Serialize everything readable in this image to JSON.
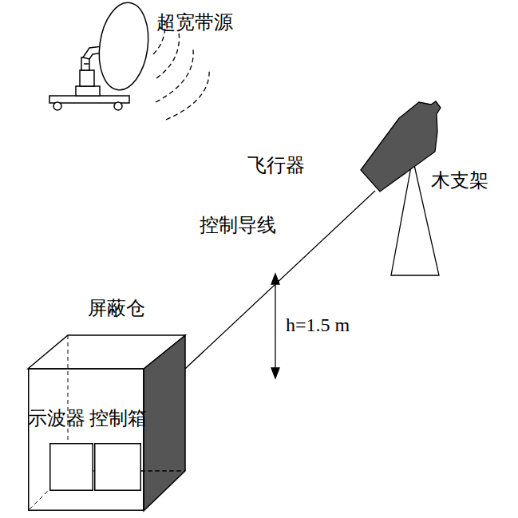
{
  "diagram": {
    "nodes": [
      {
        "text": [
          "屏蔽仓"
        ]
      },
      {
        "text": [
          "示波器"
        ],
        "in": 0
      },
      {
        "text": [
          "控制箱"
        ],
        "in": 0
      },
      {
        "text": [
          "飞行器"
        ]
      }
    ],
    "edges": [
      {
        "from": 0,
        "to": 3,
        "arrow": "none",
        "label": "控制导线"
      }
    ],
    "labels": [
      "超宽带源",
      "木支架",
      "h=1.5 m"
    ]
  }
}
